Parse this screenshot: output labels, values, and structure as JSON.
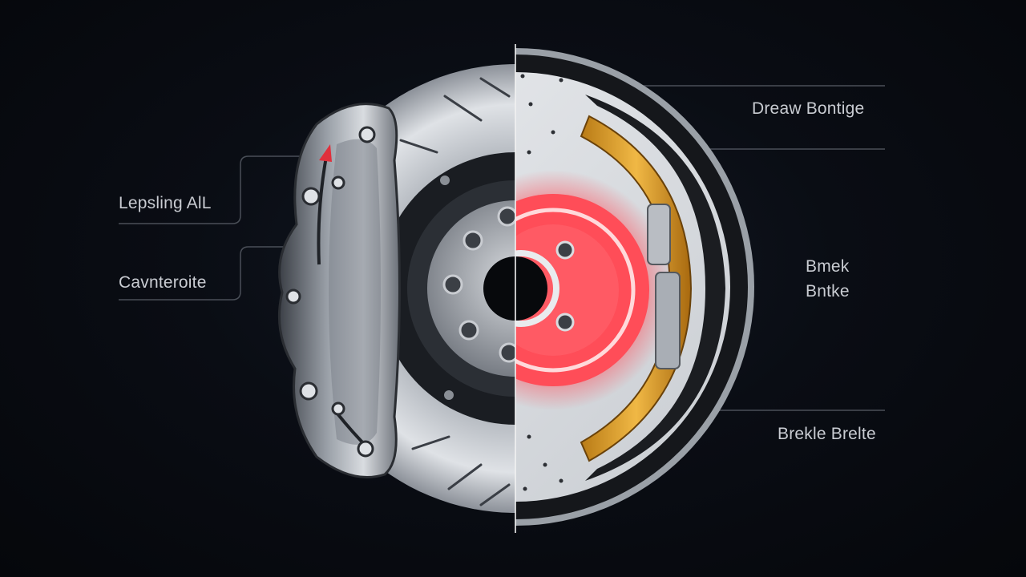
{
  "labels": {
    "left_top": "Lepsling AlL",
    "left_bottom": "Cavnteroite",
    "right_top": "Dreaw Bontige",
    "right_middle_line1": "Bmek",
    "right_middle_line2": "Bntke",
    "right_bottom": "Brekle Brelte"
  },
  "colors": {
    "background": "#06080d",
    "glow": "#ff4b57",
    "shoe": "#e3a531",
    "leader_line": "#4a4f58",
    "label_text": "#c9ccd2"
  }
}
